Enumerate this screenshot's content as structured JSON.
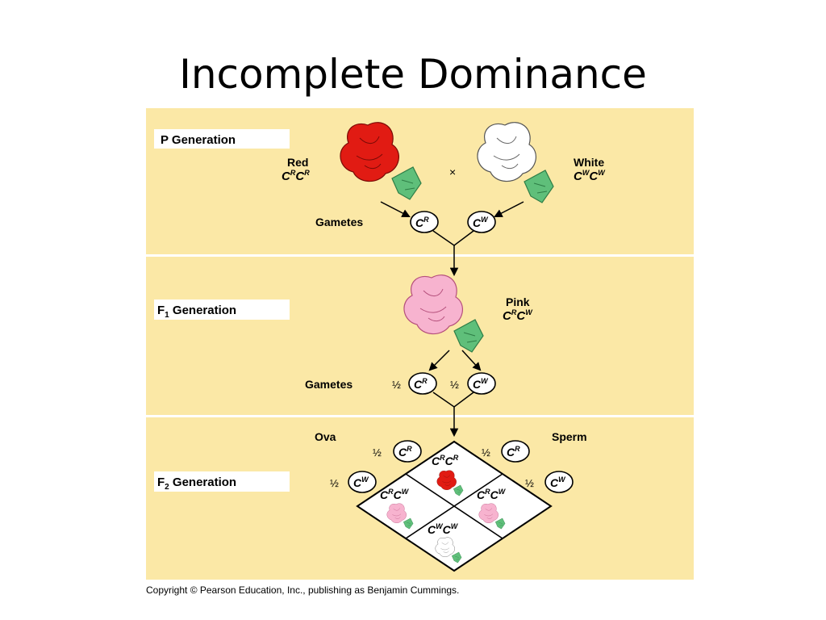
{
  "title": "Incomplete Dominance",
  "copyright": "Copyright © Pearson Education, Inc., publishing as Benjamin Cummings.",
  "colors": {
    "panel": "#fbe8a6",
    "red": "#e11b13",
    "white": "#ffffff",
    "pink": "#f7b3cf",
    "stem": "#5fbf7a"
  },
  "icons": {
    "cross": "multiplication-sign",
    "arrows": "arrow-down"
  },
  "p_generation": {
    "label": "P Generation",
    "red_parent": {
      "name": "Red",
      "genotype_base1": "C",
      "genotype_sup1": "R",
      "genotype_base2": "C",
      "genotype_sup2": "R"
    },
    "white_parent": {
      "name": "White",
      "genotype_base1": "C",
      "genotype_sup1": "W",
      "genotype_base2": "C",
      "genotype_sup2": "W"
    },
    "cross_symbol": "×",
    "gametes_label": "Gametes",
    "gamete_red": {
      "base": "C",
      "sup": "R"
    },
    "gamete_white": {
      "base": "C",
      "sup": "W"
    }
  },
  "f1_generation": {
    "label_base": "F",
    "label_sub": "1",
    "label_rest": " Generation",
    "offspring": {
      "name": "Pink",
      "genotype_base1": "C",
      "genotype_sup1": "R",
      "genotype_base2": "C",
      "genotype_sup2": "W"
    },
    "gametes_label": "Gametes",
    "fraction": "½",
    "gamete_red": {
      "base": "C",
      "sup": "R"
    },
    "gamete_white": {
      "base": "C",
      "sup": "W"
    }
  },
  "f2_generation": {
    "label_base": "F",
    "label_sub": "2",
    "label_rest": " Generation",
    "ova_label": "Ova",
    "sperm_label": "Sperm",
    "fraction": "½",
    "ova_r": {
      "base": "C",
      "sup": "R"
    },
    "ova_w": {
      "base": "C",
      "sup": "W"
    },
    "sperm_r": {
      "base": "C",
      "sup": "R"
    },
    "sperm_w": {
      "base": "C",
      "sup": "W"
    },
    "cells": {
      "top": {
        "base1": "C",
        "sup1": "R",
        "base2": "C",
        "sup2": "R",
        "flower": "red"
      },
      "left": {
        "base1": "C",
        "sup1": "R",
        "base2": "C",
        "sup2": "W",
        "flower": "pink"
      },
      "right": {
        "base1": "C",
        "sup1": "R",
        "base2": "C",
        "sup2": "W",
        "flower": "pink"
      },
      "bottom": {
        "base1": "C",
        "sup1": "W",
        "base2": "C",
        "sup2": "W",
        "flower": "white"
      }
    }
  }
}
